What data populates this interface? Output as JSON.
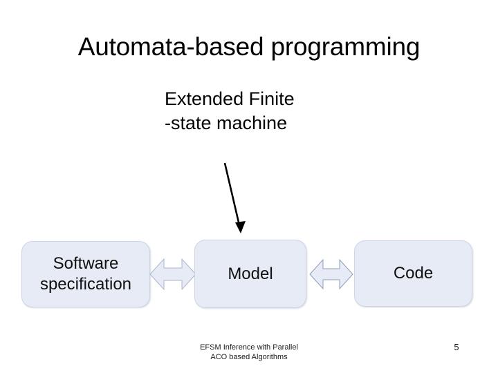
{
  "slide": {
    "title": "Automata-based programming",
    "caption": {
      "line1": "Extended Finite",
      "line2": "-state machine"
    },
    "annotation": {
      "arrow_name": "diagonal-pointer-arrow",
      "points_from": "Extended Finite -state machine",
      "points_to": "Model"
    },
    "diagram": {
      "type": "flow",
      "box_fill_color": "#e6ebf5",
      "box_border_color": "#ccd5e6",
      "arrow_fill_color": "#e6ebf5",
      "arrow_border_color": "#9aa7c2",
      "nodes": [
        {
          "id": "software-specification",
          "label": "Software specification"
        },
        {
          "id": "model",
          "label": "Model"
        },
        {
          "id": "code",
          "label": "Code"
        }
      ],
      "connectors": [
        {
          "id": "spec-model",
          "kind": "double-headed-arrow",
          "from": "software-specification",
          "to": "model"
        },
        {
          "id": "model-code",
          "kind": "double-headed-arrow",
          "from": "model",
          "to": "code"
        }
      ]
    },
    "footer": {
      "line1": "EFSM Inference with Parallel",
      "line2": "ACO based Algorithms",
      "page_number": "5"
    }
  }
}
